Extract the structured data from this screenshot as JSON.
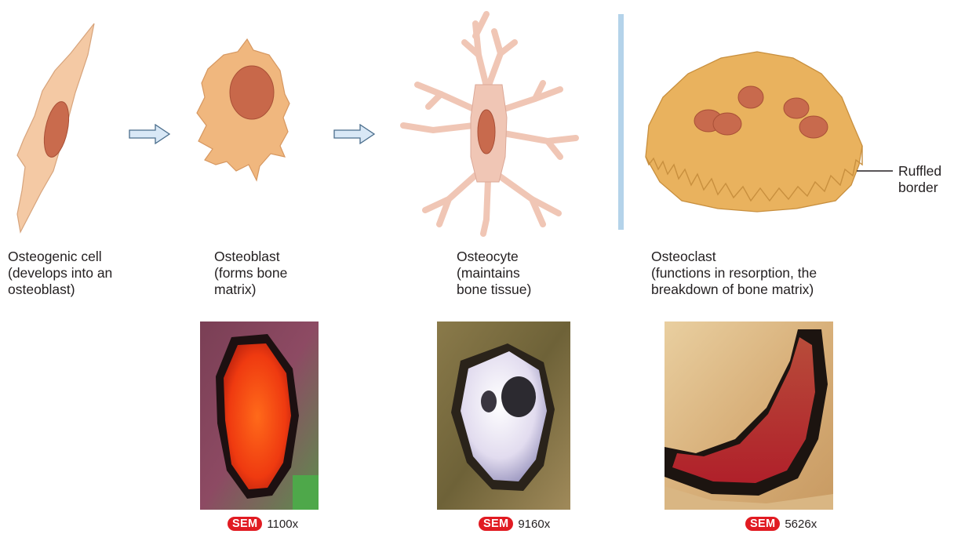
{
  "cells": [
    {
      "name": "Osteogenic cell",
      "description": "(develops into an\nosteoblast)"
    },
    {
      "name": "Osteoblast",
      "description": "(forms bone\nmatrix)"
    },
    {
      "name": "Osteocyte",
      "description": "(maintains\nbone tissue)"
    },
    {
      "name": "Osteoclast",
      "description": "(functions in resorption, the\nbreakdown of bone matrix)"
    }
  ],
  "annotation": {
    "ruffled_border": "Ruffled\nborder"
  },
  "micrographs": [
    {
      "badge": "SEM",
      "magnification": "1100x"
    },
    {
      "badge": "SEM",
      "magnification": "9160x"
    },
    {
      "badge": "SEM",
      "magnification": "5626x"
    }
  ],
  "colors": {
    "cell_fill": "#f3c89a",
    "osteoclast_fill": "#e7b15c",
    "nucleus": "#c6674a",
    "arrow_fill": "#d9e8f6",
    "divider": "#b4d3ea",
    "sem_badge": "#e11b22"
  }
}
